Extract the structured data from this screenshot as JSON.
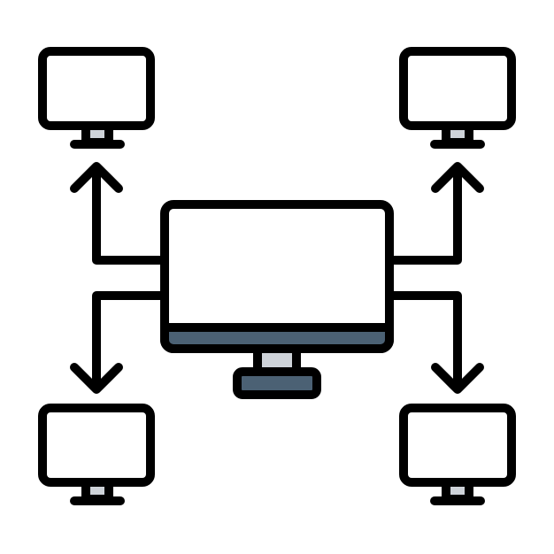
{
  "diagram": {
    "icon": "network-distribution-icon",
    "colors": {
      "outline": "#000000",
      "screen": "#ffffff",
      "accent": "#4b6174",
      "stand": "#ced3d9",
      "background": "#ffffff"
    },
    "nodes": [
      {
        "id": "central",
        "icon": "desktop-monitor-icon"
      },
      {
        "id": "top-left",
        "icon": "monitor-icon"
      },
      {
        "id": "top-right",
        "icon": "monitor-icon"
      },
      {
        "id": "bottom-left",
        "icon": "monitor-icon"
      },
      {
        "id": "bottom-right",
        "icon": "monitor-icon"
      }
    ],
    "connections": [
      {
        "from": "central",
        "to": "top-left",
        "direction": "out"
      },
      {
        "from": "central",
        "to": "top-right",
        "direction": "out"
      },
      {
        "from": "central",
        "to": "bottom-left",
        "direction": "out"
      },
      {
        "from": "central",
        "to": "bottom-right",
        "direction": "out"
      }
    ]
  }
}
